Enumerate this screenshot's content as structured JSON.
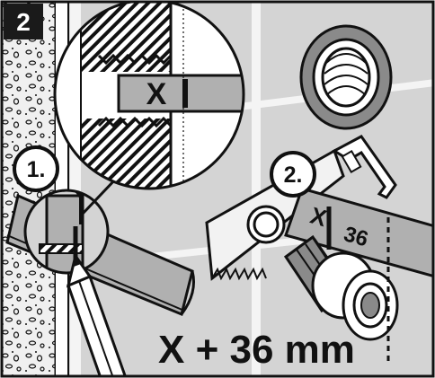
{
  "step_badge": {
    "text": "2",
    "bg": "#1a1a1a",
    "fg": "#ffffff"
  },
  "callouts": [
    {
      "text": "1."
    },
    {
      "text": "2."
    }
  ],
  "magnifier": {
    "label": "X"
  },
  "marks": {
    "pipe_label": "X",
    "pipe_measure": "36"
  },
  "formula": "X + 36 mm",
  "colors": {
    "wall": "#d4d4d4",
    "tile_grout": "#f4f4f4",
    "plaster": "#f0f0f0",
    "outline": "#111111",
    "strip": "#b0b0b0",
    "gasket": "#8a8a8a",
    "blade": "#f2f2f2"
  },
  "icons": [
    "step-badge",
    "magnifier-lens",
    "hand-saw",
    "pencil",
    "threaded-fitting",
    "wall-socket-ring"
  ]
}
